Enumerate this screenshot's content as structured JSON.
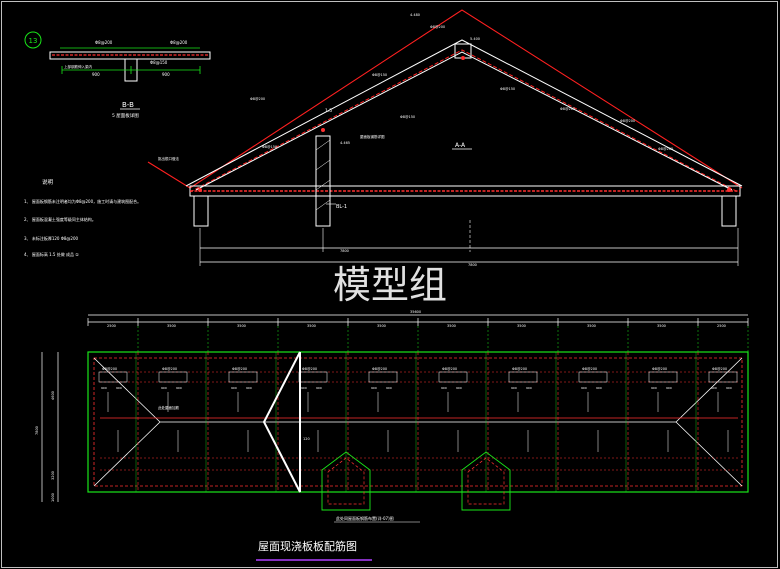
{
  "drawing": {
    "watermark": "模型组",
    "detail_marker": "13",
    "section_bb": {
      "title": "B-B",
      "subtitle": "5    屋面板详图",
      "dims": [
        "900",
        "900"
      ],
      "rebar": [
        "Φ8@200",
        "Φ8@200",
        "Φ8@150"
      ],
      "note": "上部钢筋伸入梁内"
    },
    "notes": {
      "heading": "说明",
      "items": [
        "1、 屋面板钢筋未注明者均为Φ8@200，施工时请与建筑图配合。",
        "2、 屋面板混凝土强度等级同主体结构。",
        "3、 未标注板厚120        Φ8@200",
        "4、 屋面标高 1.5 处做    成品    ①"
      ]
    },
    "section_aa": {
      "title": "A-A",
      "beam_label": "BL-1",
      "slope_label": "1.5",
      "rebar": [
        "Φ8@200",
        "Φ8@150",
        "Φ8@200",
        "Φ8@150",
        "Φ8@200",
        "Φ8@200",
        "Φ8@200",
        "Φ8@150",
        "Φ8@150"
      ],
      "level_labels": [
        "4.465",
        "5.400",
        "4.480"
      ],
      "dims_total": [
        "7800",
        "7800"
      ],
      "note_left": "挑出檐口做法",
      "note_mid": "屋面板钢筋详图"
    },
    "plan": {
      "top_dims": [
        "2500",
        "3500",
        "3500",
        "3500",
        "3500",
        "3500",
        "3500",
        "3500",
        "3500",
        "2500"
      ],
      "total_dim": "35600",
      "left_dims": [
        "4600",
        "7800",
        "3200",
        "1000"
      ],
      "rebar_boxes": [
        "Φ8@200",
        "Φ8@200",
        "Φ8@200",
        "Φ8@200",
        "Φ8@200",
        "Φ8@200",
        "Φ8@200",
        "Φ8@200",
        "Φ8@200",
        "Φ8@200"
      ],
      "rebar_small": [
        "900",
        "900"
      ],
      "dormer_note": "此处屋面加筋",
      "marker_120": "120",
      "note_bottom": "此处同屋面板钢筋布置(详-07)图",
      "title": "屋面现浇板板配筋图"
    }
  }
}
